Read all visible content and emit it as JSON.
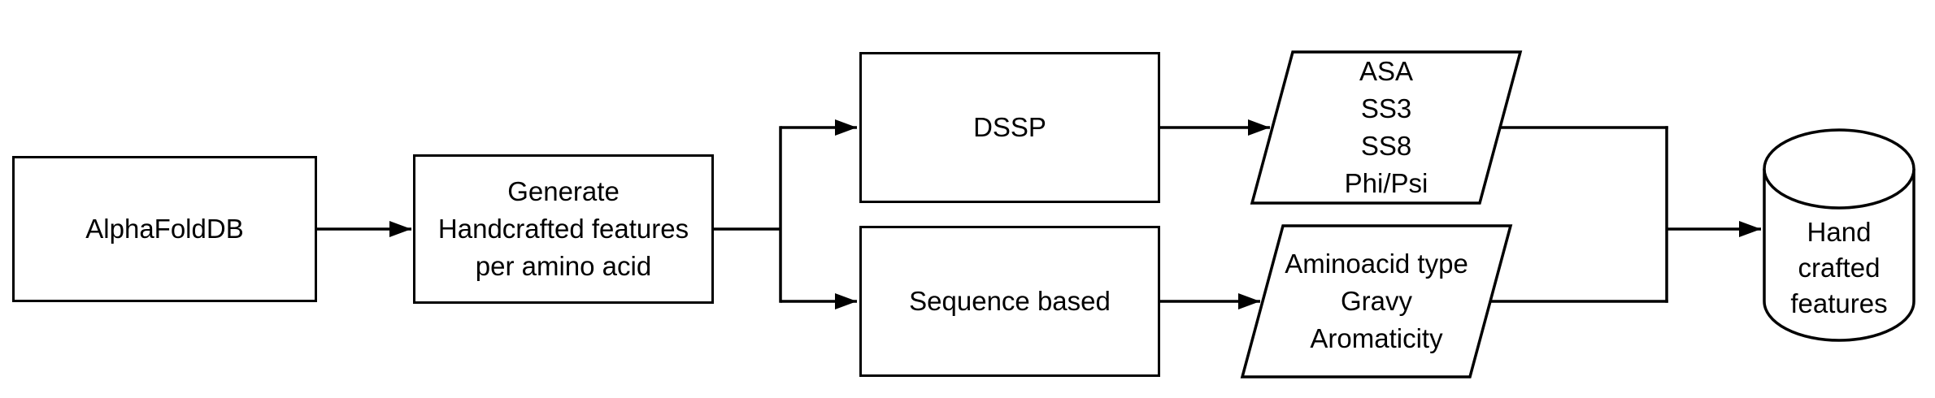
{
  "diagram": {
    "type": "flowchart",
    "colors": {
      "background": "#ffffff",
      "stroke": "#000000",
      "text": "#000000",
      "node_fill": "#ffffff"
    },
    "nodes": {
      "alphafolddb": {
        "label": "AlphaFoldDB"
      },
      "generate": {
        "lines": [
          "Generate",
          "Handcrafted features",
          "per amino acid"
        ]
      },
      "dssp": {
        "label": "DSSP"
      },
      "sequence_based": {
        "label": "Sequence based"
      },
      "dssp_outputs": {
        "lines": [
          "ASA",
          "SS3",
          "SS8",
          "Phi/Psi"
        ]
      },
      "sequence_outputs": {
        "lines": [
          "Aminoacid type",
          "Gravy",
          "Aromaticity"
        ]
      },
      "hand_crafted_features": {
        "lines": [
          "Hand",
          "crafted",
          "features"
        ]
      }
    }
  }
}
